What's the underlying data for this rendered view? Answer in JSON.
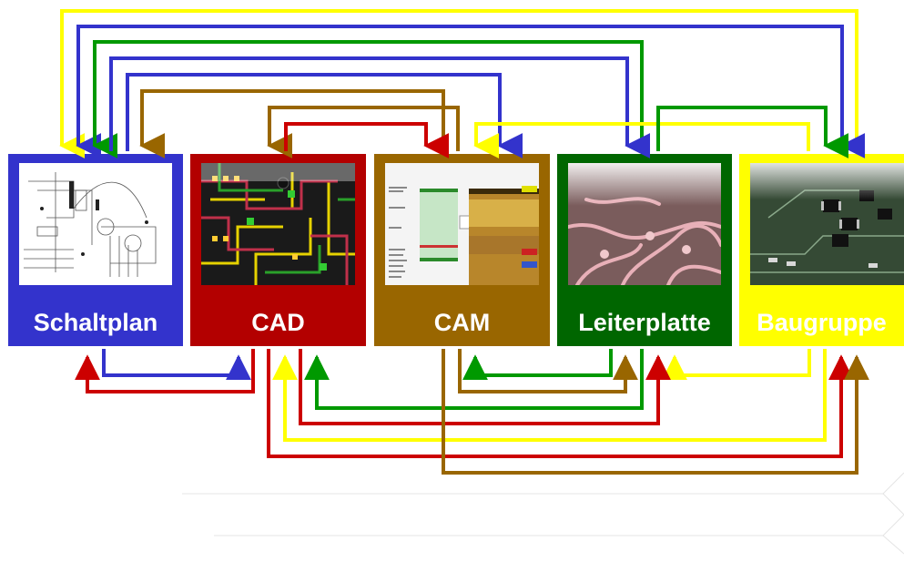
{
  "stages": [
    {
      "id": "schaltplan",
      "label": "Schaltplan",
      "color": "#3333cc"
    },
    {
      "id": "cad",
      "label": "CAD",
      "color": "#b30000"
    },
    {
      "id": "cam",
      "label": "CAM",
      "color": "#996600"
    },
    {
      "id": "leiterplatte",
      "label": "Leiterplatte",
      "color": "#006600"
    },
    {
      "id": "baugruppe",
      "label": "Baugruppe",
      "color": "#ffff00"
    }
  ],
  "wire_colors": {
    "blue": "#3333cc",
    "red": "#cc0000",
    "brown": "#996600",
    "green": "#009900",
    "yellow": "#ffff00"
  }
}
